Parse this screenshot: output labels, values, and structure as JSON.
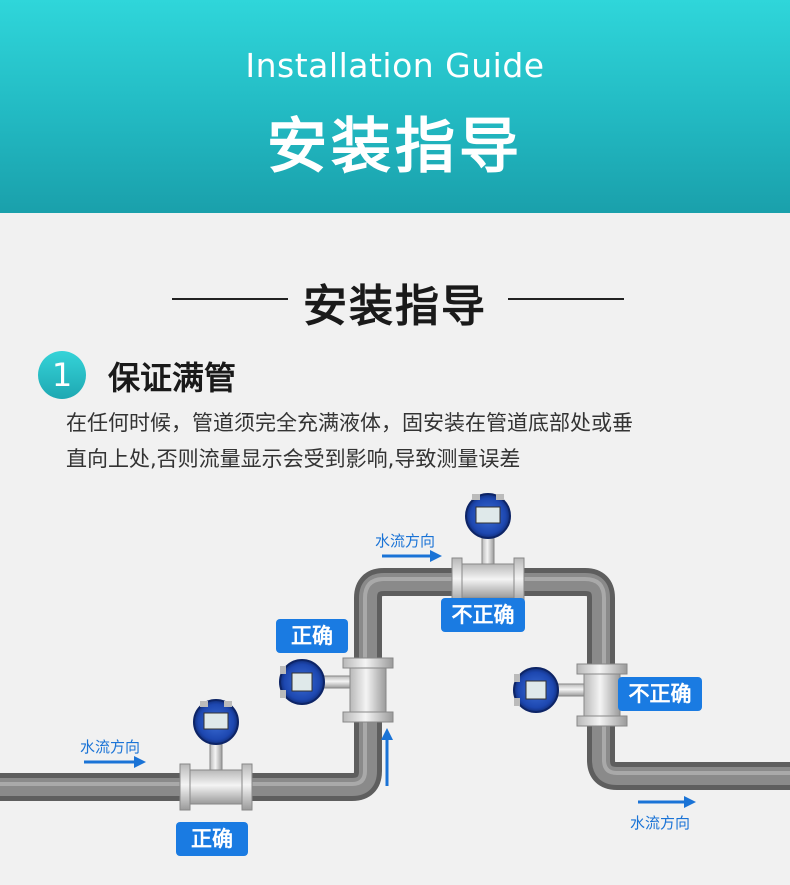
{
  "banner": {
    "title_en": "Installation Guide",
    "title_cn": "安装指导"
  },
  "section": {
    "title": "安装指导"
  },
  "step": {
    "number": "1",
    "title": "保证满管",
    "desc_line1": "在任何时候，管道须完全充满液体，固安装在管道底部处或垂",
    "desc_line2": "直向上处,否则流量显示会受到影响,导致测量误差"
  },
  "labels": {
    "correct": "正确",
    "incorrect": "不正确",
    "flow_direction": "水流方向"
  },
  "colors": {
    "accent": "#1a7be2",
    "banner": "#22b9c2",
    "pipe": "#6a6a6a"
  }
}
